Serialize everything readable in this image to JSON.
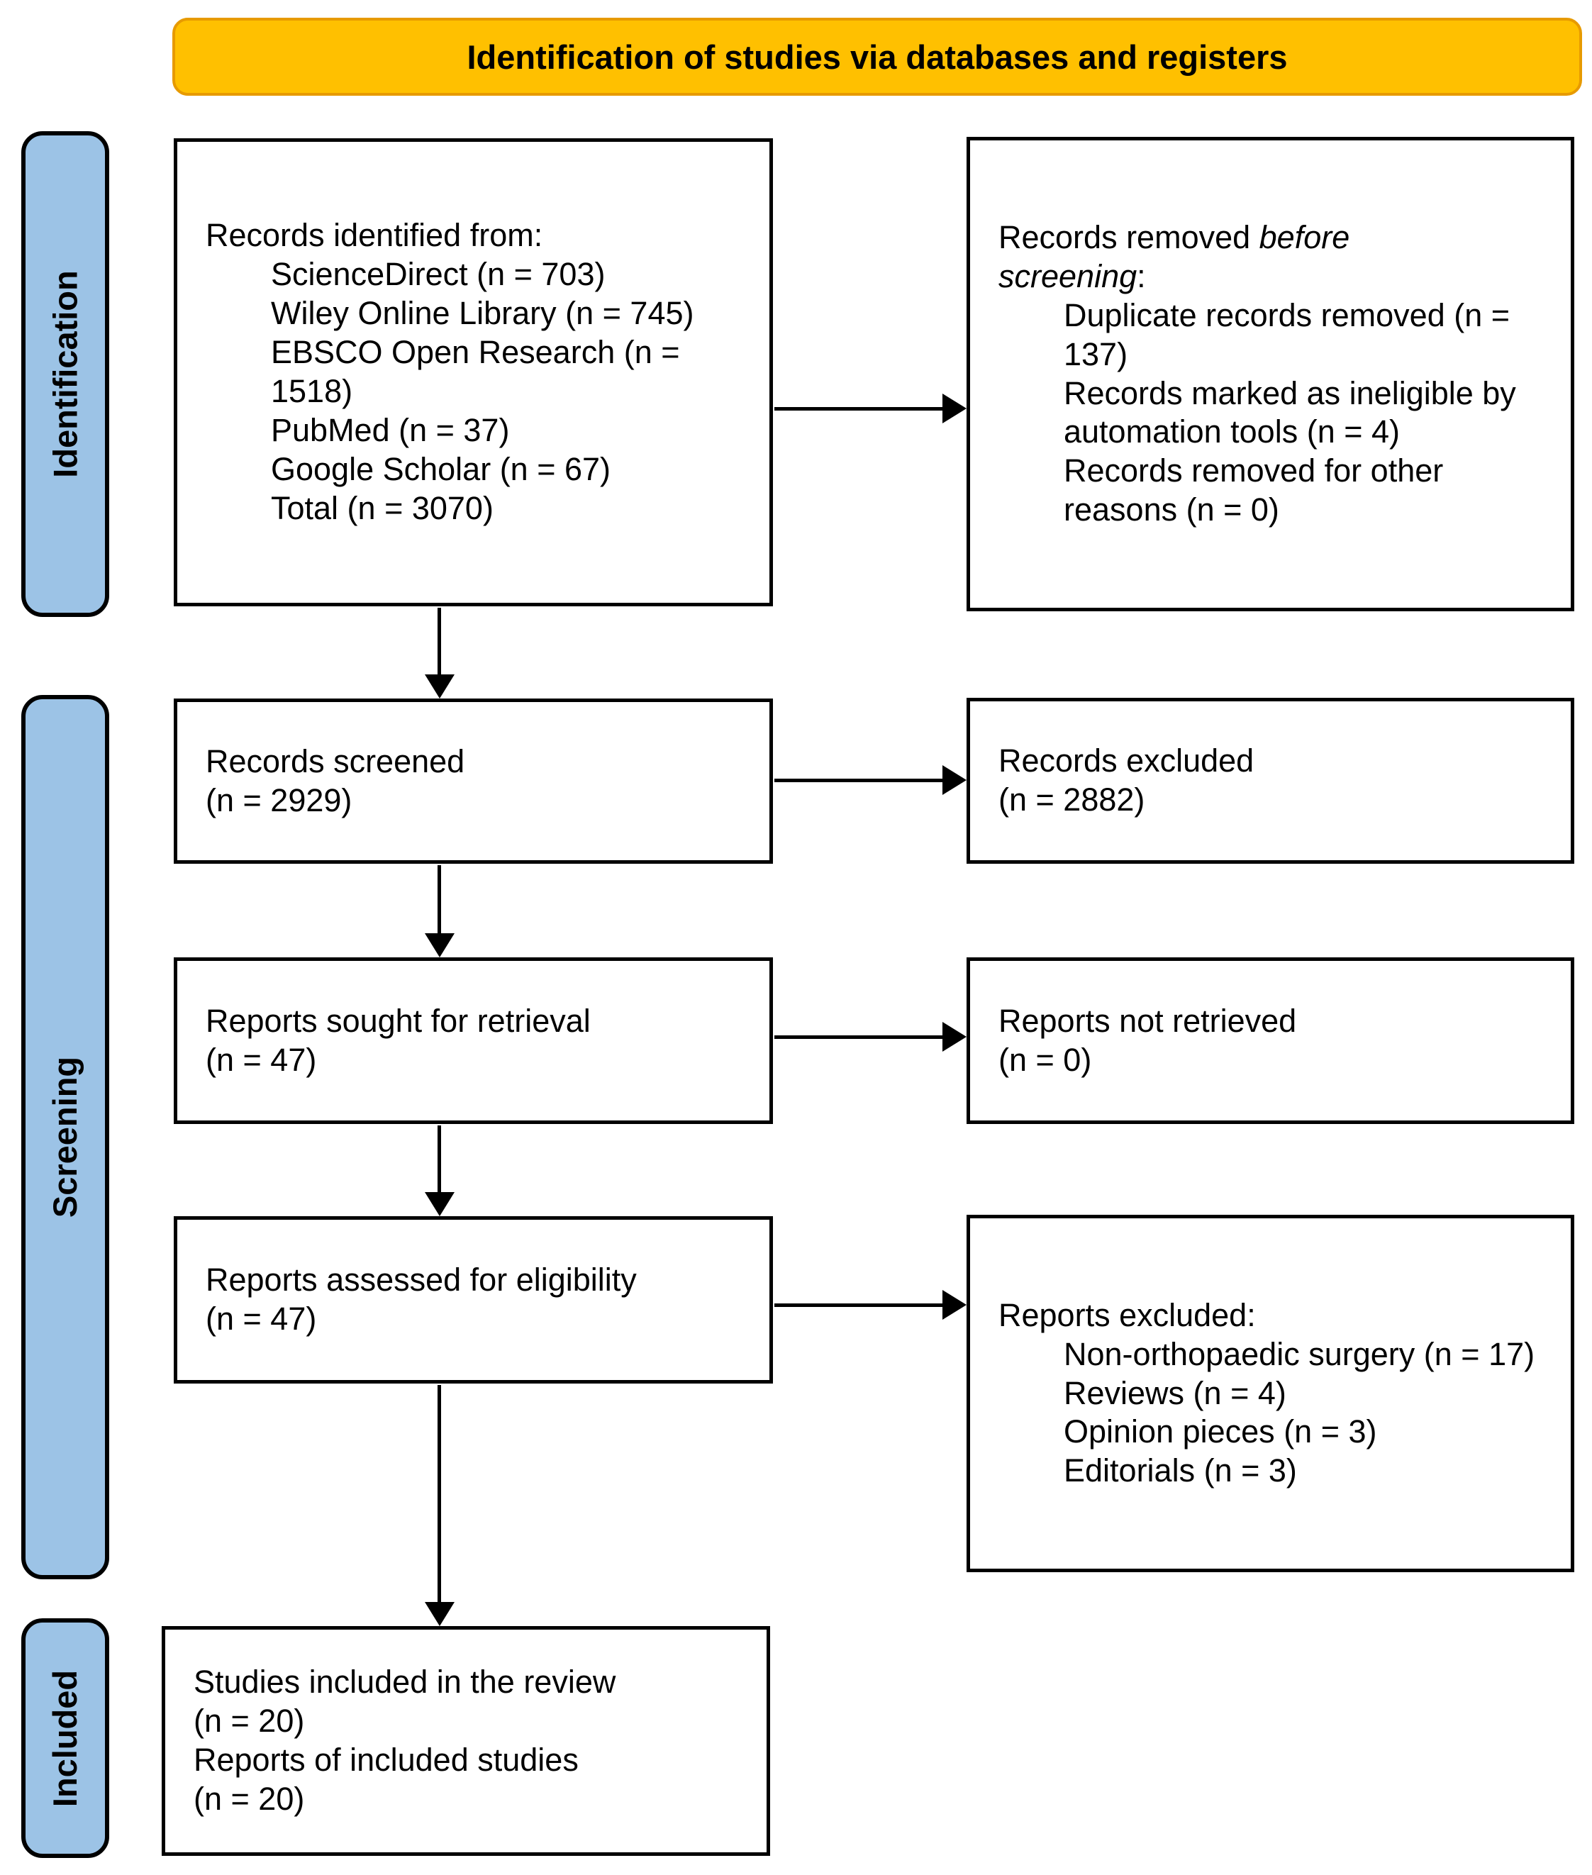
{
  "banner": {
    "title": "Identification of studies via databases and registers"
  },
  "sidebar": {
    "identification": "Identification",
    "screening": "Screening",
    "included": "Included"
  },
  "boxes": {
    "records_identified": {
      "title": "Records identified from:",
      "items": [
        "ScienceDirect (n = 703)",
        "Wiley Online Library (n = 745)",
        "EBSCO Open Research (n = 1518)",
        "PubMed (n = 37)",
        "Google Scholar (n = 67)",
        "Total (n = 3070)"
      ]
    },
    "records_removed": {
      "title_normal": "Records removed ",
      "title_italic_line1": "before",
      "title_italic_line2": "screening",
      "title_suffix": ":",
      "items": [
        "Duplicate records removed (n = 137)",
        "Records marked as ineligible by automation tools (n = 4)",
        "Records removed for other reasons (n = 0)"
      ]
    },
    "records_screened": {
      "lines": [
        "Records screened",
        "(n = 2929)"
      ]
    },
    "records_excluded": {
      "lines": [
        "Records excluded",
        "(n = 2882)"
      ]
    },
    "reports_sought": {
      "lines": [
        "Reports sought for retrieval",
        "(n = 47)"
      ]
    },
    "reports_not_retrieved": {
      "lines": [
        "Reports not retrieved",
        "(n = 0)"
      ]
    },
    "reports_assessed": {
      "lines": [
        "Reports assessed for eligibility",
        "(n = 47)"
      ]
    },
    "reports_excluded": {
      "title": "Reports excluded:",
      "items": [
        "Non-orthopaedic surgery (n = 17)",
        "Reviews (n = 4)",
        "Opinion pieces (n = 3)",
        "Editorials (n = 3)"
      ]
    },
    "studies_included": {
      "lines": [
        "Studies included in the review",
        "(n = 20)",
        "Reports of included studies",
        "(n = 20)"
      ]
    }
  },
  "colors": {
    "banner_fill": "#FFC000",
    "banner_border": "#E79A00",
    "sidebar_fill": "#9CC3E6",
    "box_border": "#000000"
  }
}
